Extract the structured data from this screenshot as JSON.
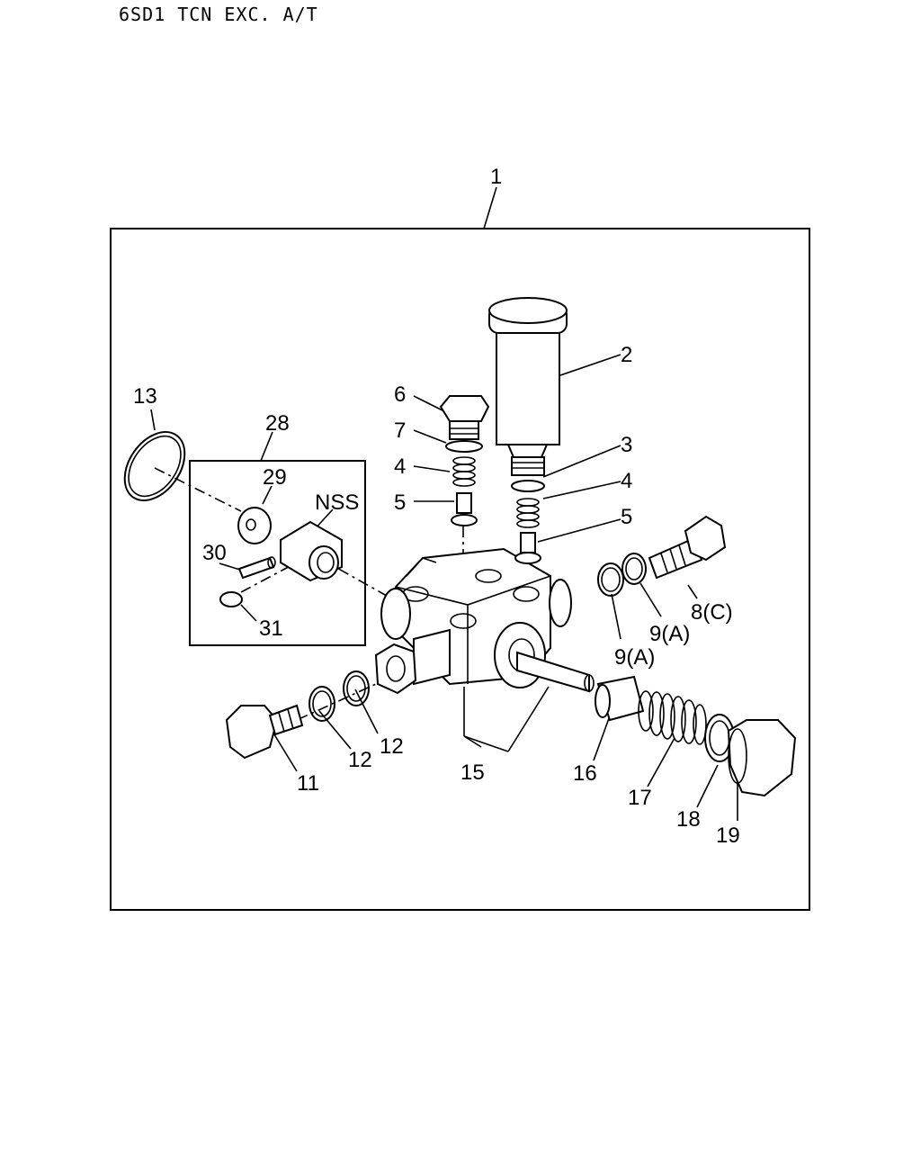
{
  "header": {
    "title": "6SD1 TCN EXC. A/T"
  },
  "callouts": {
    "c1": "1",
    "c2": "2",
    "c3": "3",
    "c4a": "4",
    "c4b": "4",
    "c5a": "5",
    "c5b": "5",
    "c6": "6",
    "c7": "7",
    "c8": "8(C)",
    "c9a": "9(A)",
    "c9b": "9(A)",
    "c11": "11",
    "c12a": "12",
    "c12b": "12",
    "c13": "13",
    "c15": "15",
    "c16": "16",
    "c17": "17",
    "c18": "18",
    "c19": "19",
    "c28": "28",
    "c29": "29",
    "c30": "30",
    "c31": "31",
    "nss": "NSS"
  }
}
